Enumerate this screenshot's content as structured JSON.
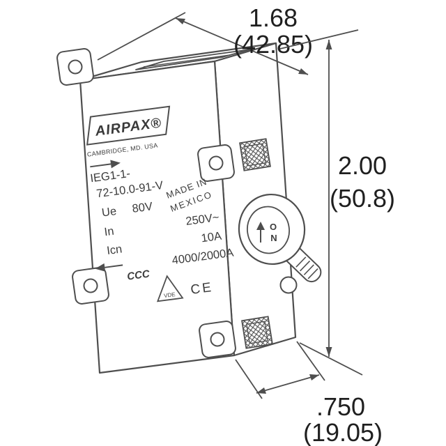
{
  "device": {
    "brand": "AIRPAX®",
    "brand_location": "CAMBRIDGE, MD. USA",
    "part_number_line1": "IEG1-1-",
    "part_number_line2": "72-10.0-91-V",
    "ratings": {
      "ue_label": "Ue",
      "ue_value": "80V",
      "in_label": "In",
      "in_value": "250V~",
      "icn_label": "Icn",
      "icn_value": "10A",
      "breaking_capacity": "4000/2000A"
    },
    "origin_line1": "MADE IN",
    "origin_line2": "MEXICO",
    "marks": {
      "ccc": "CCC",
      "vde": "VDE",
      "ce": "CE"
    },
    "toggle": {
      "off_label": "O",
      "on_label": "N"
    }
  },
  "dimensions": {
    "width": {
      "inches": "1.68",
      "millimeters": "(42.85)"
    },
    "height": {
      "inches": "2.00",
      "millimeters": "(50.8)"
    },
    "depth": {
      "inches": ".750",
      "millimeters": "(19.05)"
    }
  }
}
